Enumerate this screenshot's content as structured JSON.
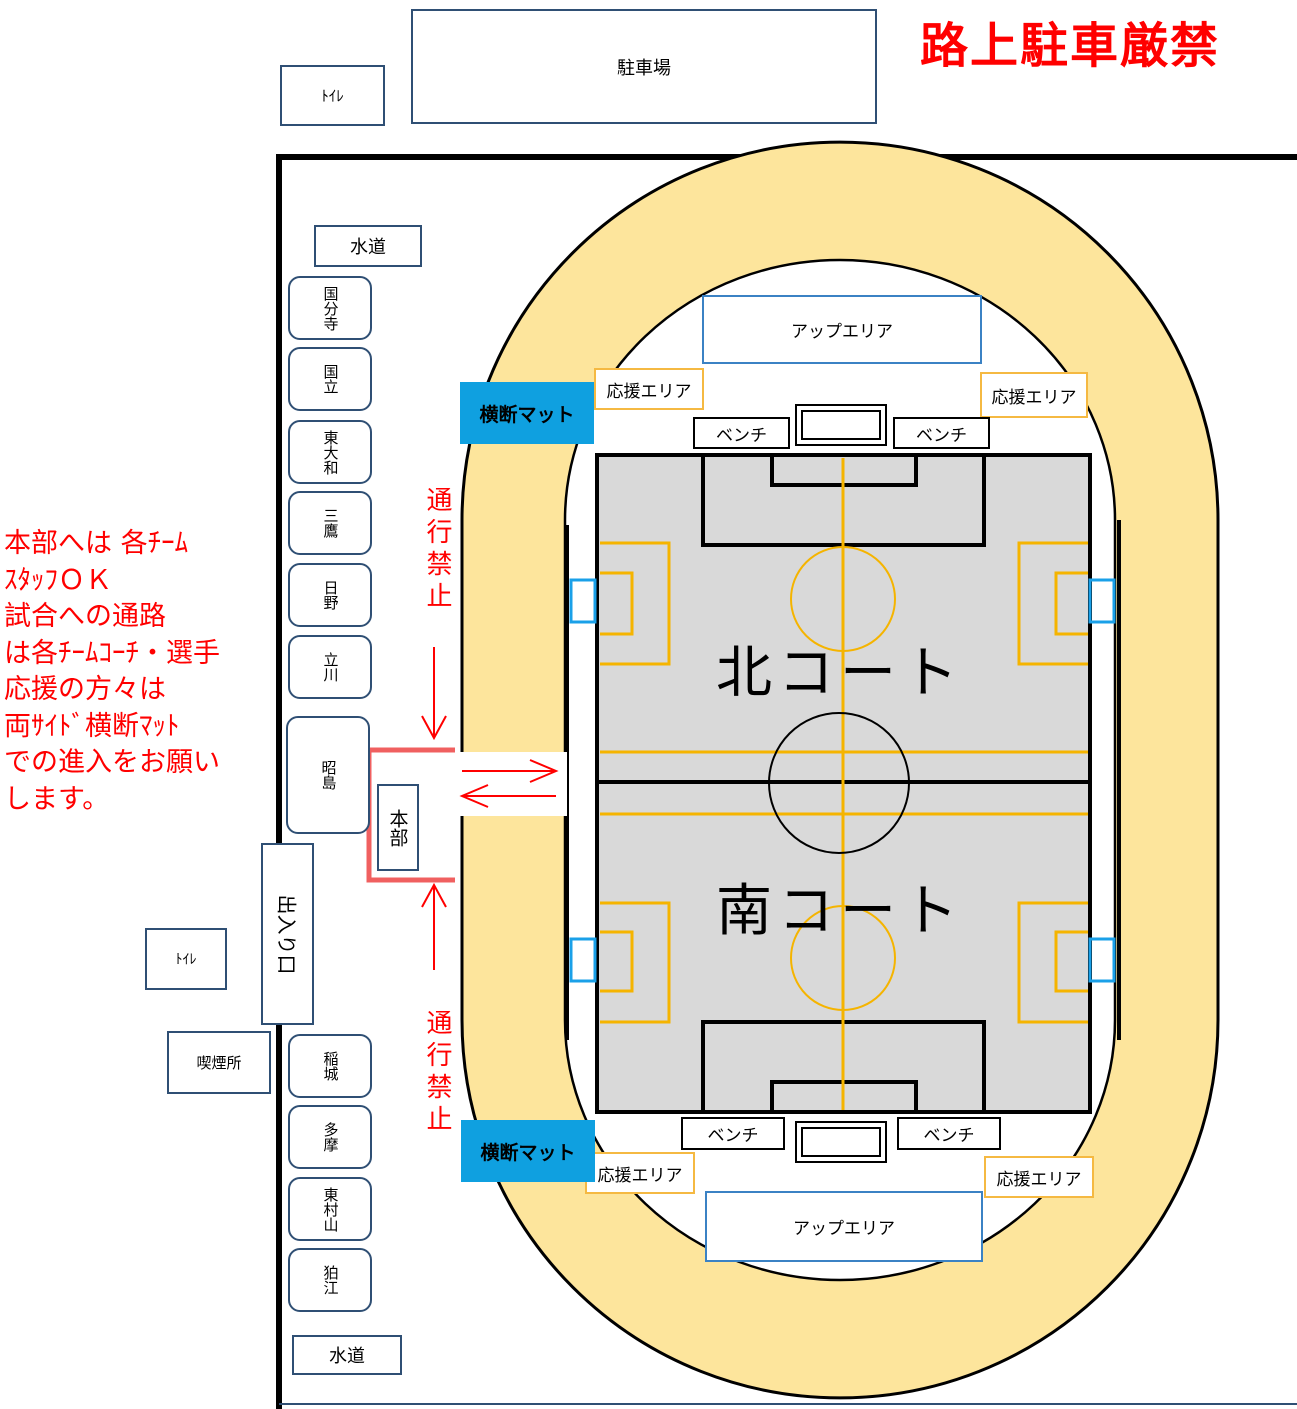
{
  "header": {
    "parking": "駐車場",
    "toilet_top": "ﾄｲﾚ",
    "no_parking": "路上駐車厳禁"
  },
  "left_notes": {
    "main": "本部へは 各ﾁｰﾑ\nｽﾀｯﾌＯＫ\n試合への通路\nは各ﾁｰﾑｺｰﾁ・選手\n応援の方々は\n両ｻｲﾄﾞ横断ﾏｯﾄ\nでの進入をお願い\nします。",
    "no_pass_top": "通行禁止",
    "no_pass_bottom": "通行禁止"
  },
  "facilities": {
    "water_top": "水道",
    "water_bottom": "水道",
    "toilet_left": "ﾄｲﾚ",
    "smoking": "喫煙所",
    "entrance": "出入り口",
    "hq": "本部"
  },
  "teams_upper": [
    "国分寺",
    "国立",
    "東大和",
    "三鷹",
    "日野",
    "立川",
    "昭島"
  ],
  "teams_lower": [
    "稲城",
    "多摩",
    "東村山",
    "狛江"
  ],
  "field": {
    "up_area_top": "アップエリア",
    "up_area_bottom": "アップエリア",
    "support_tl": "応援エリア",
    "support_tr": "応援エリア",
    "support_bl": "応援エリア",
    "support_br": "応援エリア",
    "crossing_mat_top": "横断マット",
    "crossing_mat_bottom": "横断マット",
    "bench_tl": "ベンチ",
    "bench_tr": "ベンチ",
    "bench_bl": "ベンチ",
    "bench_br": "ベンチ",
    "north_court": "北コート",
    "south_court": "南コート"
  },
  "colors": {
    "track": "#fde59c",
    "court": "#d9d9d9",
    "court_lines": "#f5b400",
    "mat": "#0fa0e0",
    "warning": "#ff0000",
    "hq_border": "#f06060"
  }
}
